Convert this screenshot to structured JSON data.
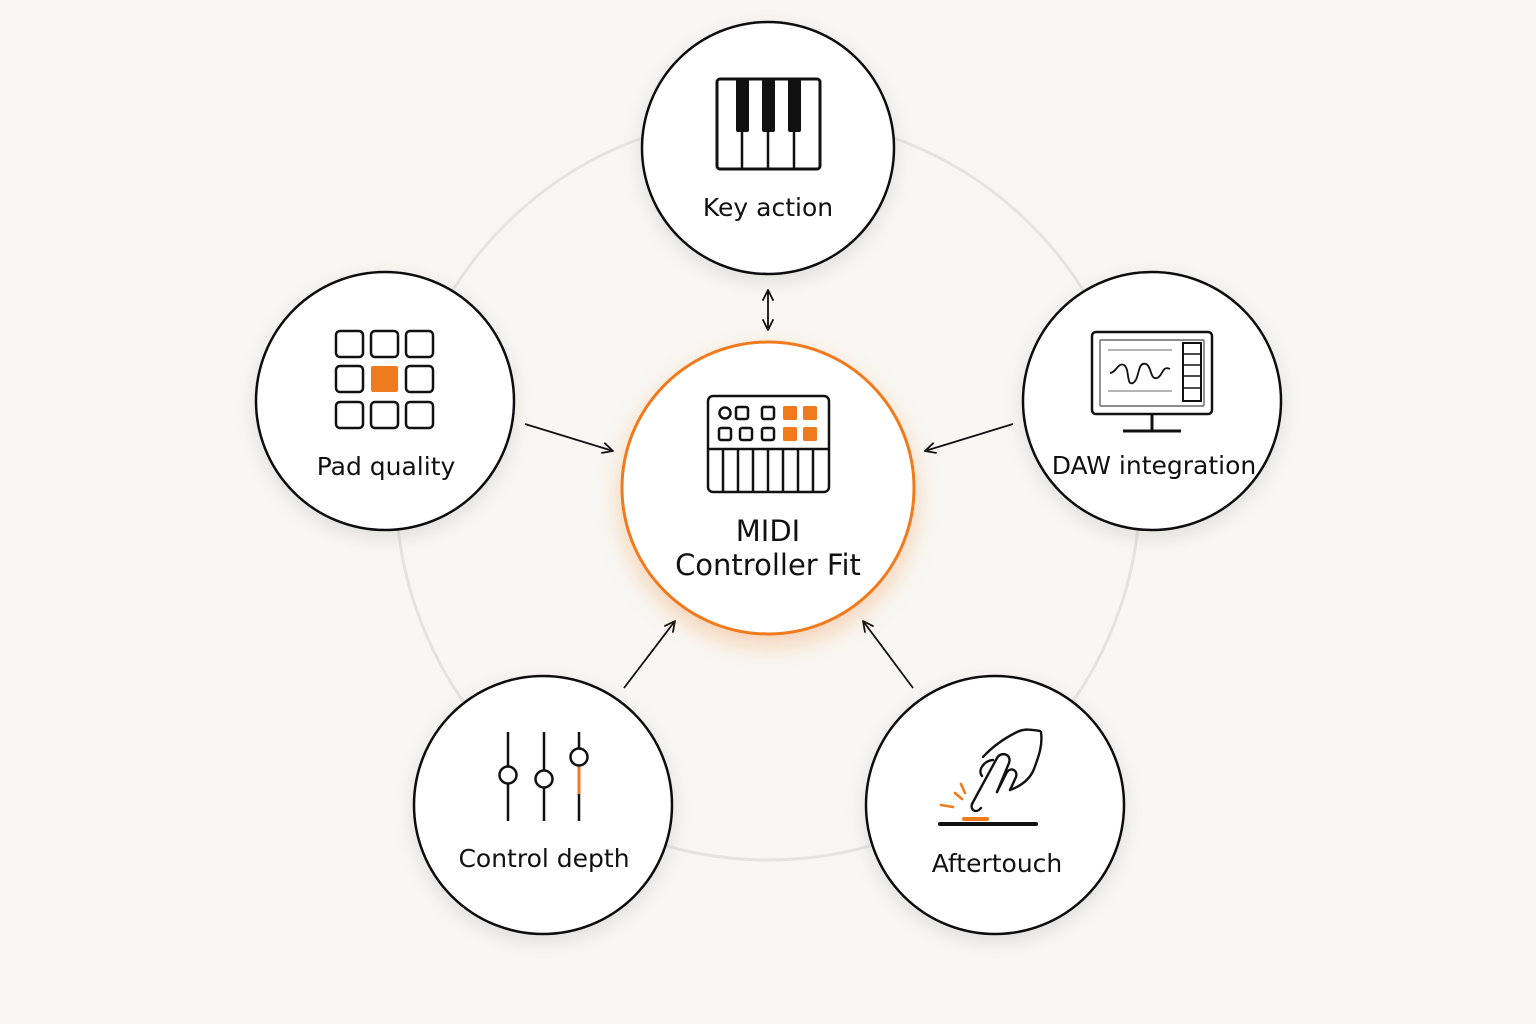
{
  "center": {
    "title_line1": "MIDI",
    "title_line2": "Controller Fit",
    "icon": "midi-controller-icon"
  },
  "factors": [
    {
      "id": "key-action",
      "label": "Key action",
      "icon": "piano-keys-icon"
    },
    {
      "id": "daw-integration",
      "label": "DAW integration",
      "icon": "monitor-waveform-icon"
    },
    {
      "id": "aftertouch",
      "label": "Aftertouch",
      "icon": "finger-press-icon"
    },
    {
      "id": "control-depth",
      "label": "Control depth",
      "icon": "faders-icon"
    },
    {
      "id": "pad-quality",
      "label": "Pad quality",
      "icon": "pad-grid-icon"
    }
  ],
  "colors": {
    "accent": "#f07a1e",
    "stroke": "#111111",
    "ring": "#e6e4e0",
    "background": "#f8f7f4",
    "node_fill": "#ffffff"
  }
}
